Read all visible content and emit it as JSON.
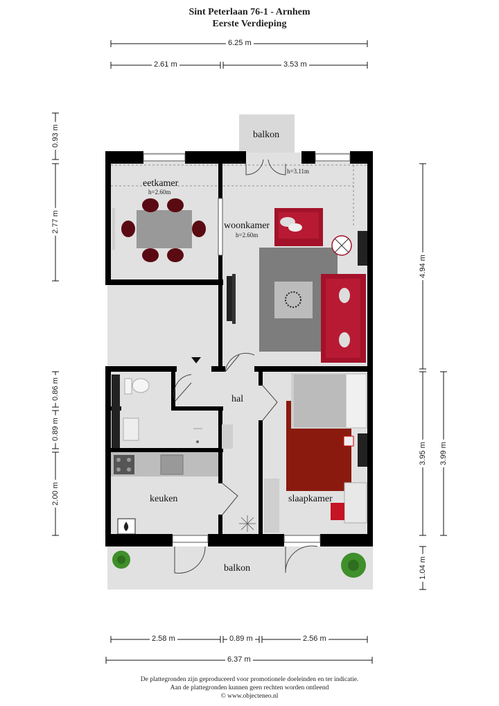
{
  "header": {
    "line1": "Sint Peterlaan 76-1 - Arnhem",
    "line2": "Eerste Verdieping"
  },
  "dimensions": {
    "top_total": "6.25 m",
    "top_left": "2.61 m",
    "top_right": "3.53 m",
    "bottom_left": "2.58 m",
    "bottom_mid": "0.89 m",
    "bottom_right": "2.56 m",
    "bottom_total": "6.37 m",
    "left_1": "0.93 m",
    "left_2": "2.77 m",
    "left_3": "0.86 m",
    "left_4": "0.89 m",
    "left_5": "2.00 m",
    "right_1": "4.94 m",
    "right_2": "3.95 m",
    "right_3": "3.99 m",
    "right_4": "1.04 m"
  },
  "rooms": {
    "balkon_top": "balkon",
    "eetkamer": "eetkamer",
    "eetkamer_h": "h=2.60m",
    "woonkamer": "woonkamer",
    "woonkamer_h": "h=2.60m",
    "ceiling_h": "h=3.11m",
    "hal": "hal",
    "keuken": "keuken",
    "slaapkamer": "slaapkamer",
    "balkon_bottom": "balkon"
  },
  "footer": {
    "line1": "De plattegronden zijn geproduceerd voor promotionele doeleinden en ter indicatie.",
    "line2": "Aan de plattegronden kunnen geen rechten worden ontleend",
    "line3": "© www.objecteneo.nl"
  },
  "colors": {
    "floor": "#e1e1e1",
    "wall": "#000000",
    "sofa": "#a3122a",
    "rug_grey": "#7d7d7d",
    "rug_red": "#8b1a0e",
    "plant": "#3f8f2a"
  }
}
